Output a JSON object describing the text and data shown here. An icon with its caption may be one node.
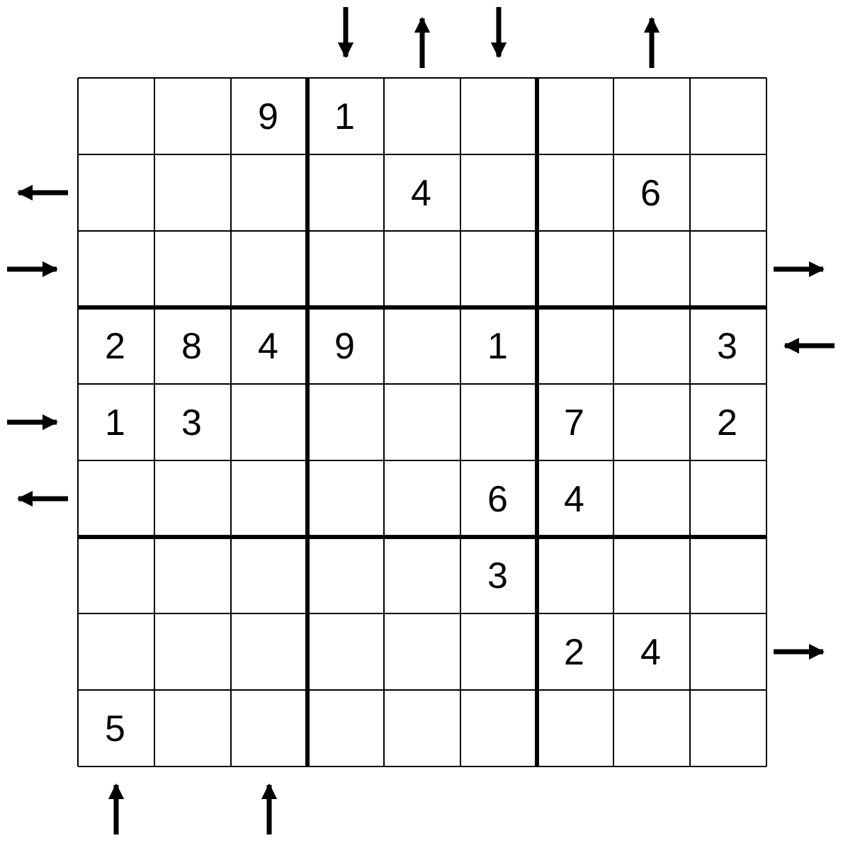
{
  "diagram": {
    "labels": [
      "9",
      "1",
      "4",
      "6",
      "2",
      "8",
      "4",
      "9",
      "1",
      "3",
      "1",
      "3",
      "7",
      "2",
      "6",
      "4",
      "3",
      "2",
      "4",
      "5"
    ]
  }
}
